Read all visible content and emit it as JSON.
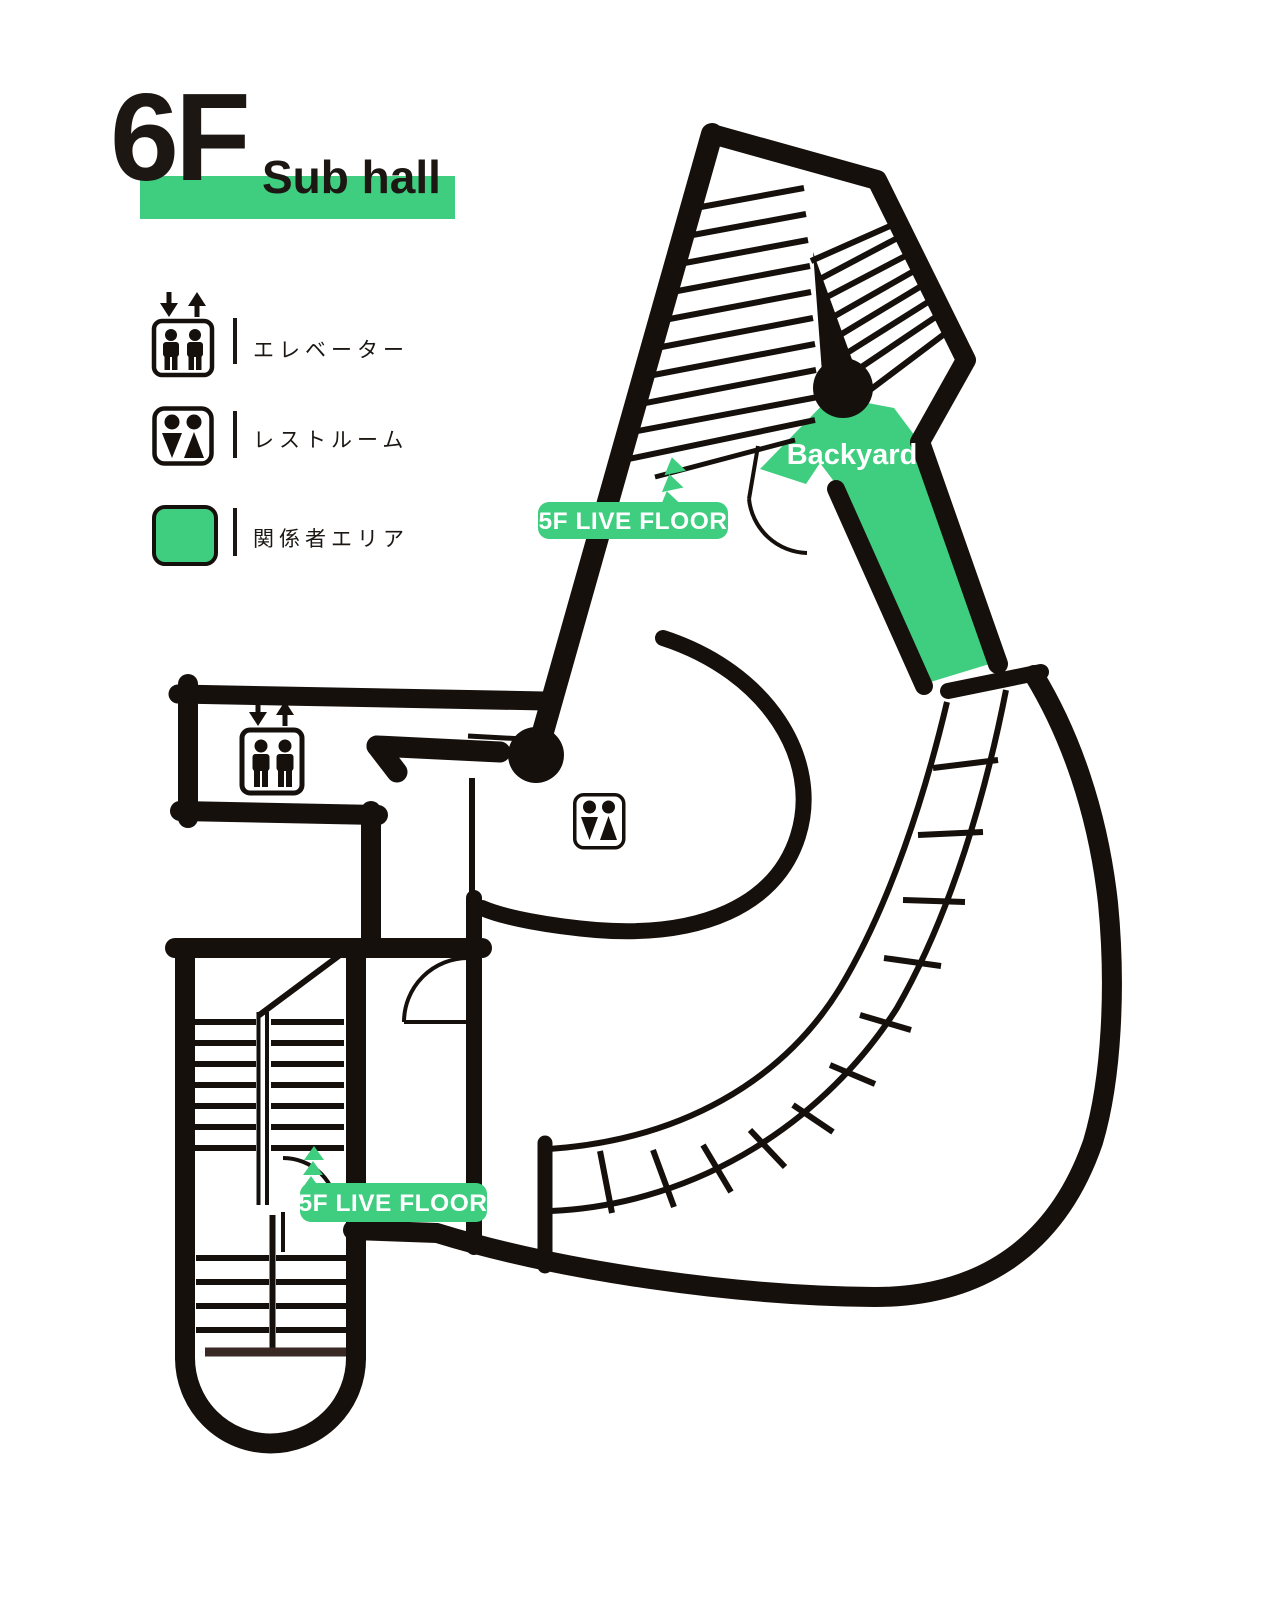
{
  "title": {
    "floor": "6F",
    "hall_name": "Sub hall"
  },
  "legend": {
    "items": [
      {
        "icon": "elevator-icon",
        "label": "エレベーター"
      },
      {
        "icon": "restroom-icon",
        "label": "レストルーム"
      },
      {
        "icon": "staff-area-swatch",
        "label": "関係者エリア"
      }
    ]
  },
  "plan": {
    "backyard_label": "Backyard",
    "live_floor_badge_upper": "5F LIVE FLOOR",
    "live_floor_badge_lower": "5F LIVE FLOOR"
  },
  "colors": {
    "green": "#3FCD80",
    "wall": "#16100C",
    "text": "#1C1713"
  }
}
